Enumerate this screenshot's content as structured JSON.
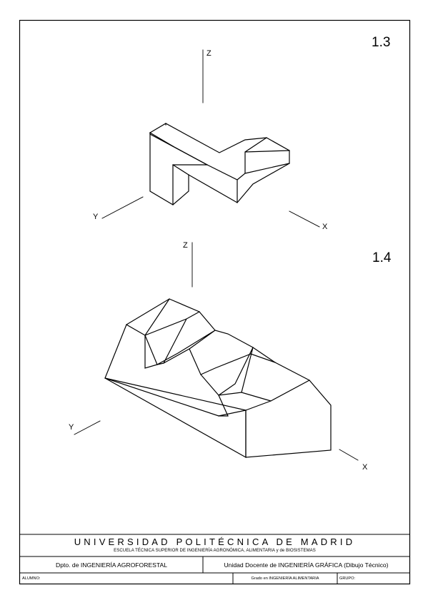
{
  "exercises": [
    {
      "number": "1.3",
      "axes": {
        "x": "X",
        "y": "Y",
        "z": "Z"
      }
    },
    {
      "number": "1.4",
      "axes": {
        "x": "X",
        "y": "Y",
        "z": "Z"
      }
    }
  ],
  "title_block": {
    "university": "UNIVERSIDAD POLITÉCNICA DE MADRID",
    "school": "ESCUELA TÉCNICA SUPERIOR DE INGENIERÍA AGRONÓMICA, ALIMENTARIA y de BIOSISTEMAS",
    "department": "Dpto. de INGENIERÍA AGROFORESTAL",
    "unit": "Unidad Docente de INGENIERÍA GRÁFICA (Dibujo Técnico)",
    "student_label": "ALUMNO:",
    "degree": "Grado en INGENIERÍA ALIMENTARIA",
    "group_label": "GRUPO:"
  }
}
